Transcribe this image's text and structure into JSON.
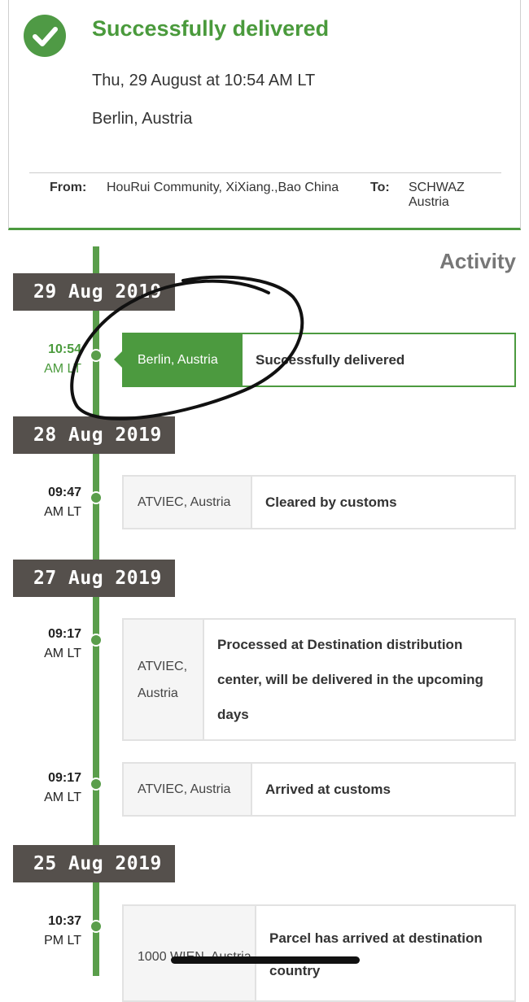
{
  "summary": {
    "status": "Successfully delivered",
    "datetime": "Thu, 29 August at 10:54 AM LT",
    "location": "Berlin, Austria",
    "from_label": "From:",
    "from_value": "HouRui Community, XiXiang.,Bao China",
    "to_label": "To:",
    "to_value": "SCHWAZ Austria",
    "accent_color": "#4a9a3c"
  },
  "activity": {
    "title": "Activity",
    "dates": [
      "29 Aug 2019",
      "28 Aug 2019",
      "27 Aug 2019",
      "25 Aug 2019"
    ],
    "events": [
      {
        "time": "10:54",
        "suffix": "AM LT",
        "location": "Berlin, Austria",
        "description": "Successfully delivered"
      },
      {
        "time": "09:47",
        "suffix": "AM LT",
        "location": "ATVIEC, Austria",
        "description": "Cleared by customs"
      },
      {
        "time": "09:17",
        "suffix": "AM LT",
        "location": "ATVIEC, Austria",
        "description": "Processed at Destination distribution center, will be delivered in the upcoming days"
      },
      {
        "time": "09:17",
        "suffix": "AM LT",
        "location": "ATVIEC, Austria",
        "description": "Arrived at customs"
      },
      {
        "time": "10:37",
        "suffix": "PM LT",
        "location": "1000 WIEN, Austria",
        "description": "Parcel has arrived at destination country"
      }
    ]
  },
  "icons": {
    "status": "checkmark-circle-icon"
  }
}
